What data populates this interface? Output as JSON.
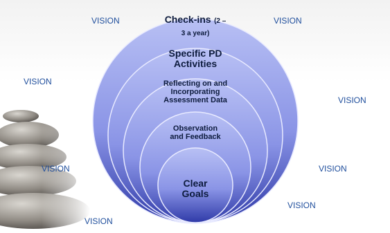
{
  "vision_word": "VISION",
  "rings": {
    "check_ins": {
      "main": "Check-ins",
      "small_1": "(2 –",
      "small_2": "3 a year)"
    },
    "pd_activities": {
      "line_1": "Specific PD",
      "line_2": "Activities"
    },
    "assessment": {
      "line_1": "Reflecting on and",
      "line_2": "Incorporating",
      "line_3": "Assessment Data"
    },
    "observation": {
      "line_1": "Observation",
      "line_2": "and Feedback"
    },
    "goals": {
      "line_1": "Clear",
      "line_2": "Goals"
    }
  },
  "colors": {
    "ring_light": "#b4bcf2",
    "ring_dark": "#3b45b8",
    "vision_text": "#1f4e9c",
    "label_text": "#0d1b3d"
  }
}
